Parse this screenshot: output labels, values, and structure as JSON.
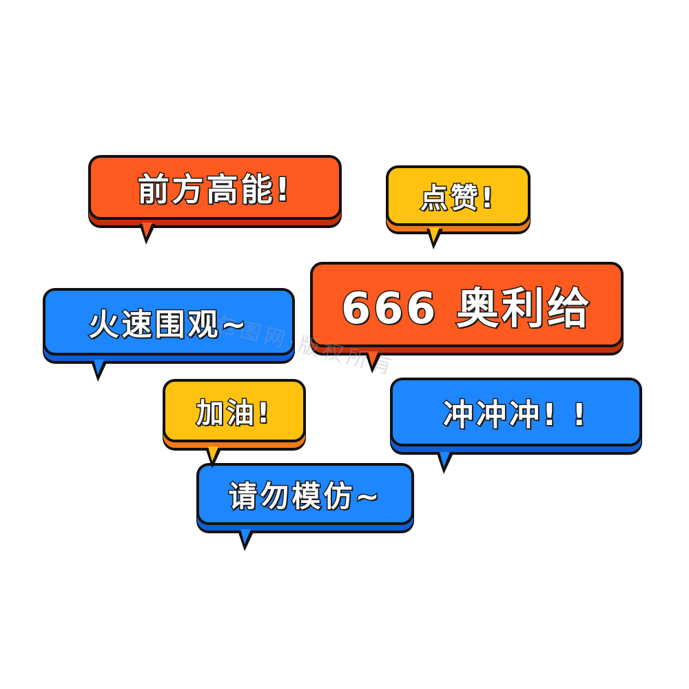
{
  "colors": {
    "orange": "#ff5a1f",
    "orange_shadow": "#c2300a",
    "blue": "#1e86ff",
    "blue_shadow": "#0d5fd6",
    "yellow": "#ffc20e",
    "yellow_shadow": "#f07a18",
    "outline": "#111111"
  },
  "bubbles": [
    {
      "text": "前方高能!",
      "color": "orange"
    },
    {
      "text": "点赞!",
      "color": "yellow"
    },
    {
      "text": "666 奥利给",
      "color": "orange"
    },
    {
      "text": "火速围观~",
      "color": "blue"
    },
    {
      "text": "加油!",
      "color": "yellow"
    },
    {
      "text": "冲冲冲! !",
      "color": "blue"
    },
    {
      "text": "请勿模仿~",
      "color": "blue"
    }
  ],
  "watermark": "包图网·版权所有"
}
